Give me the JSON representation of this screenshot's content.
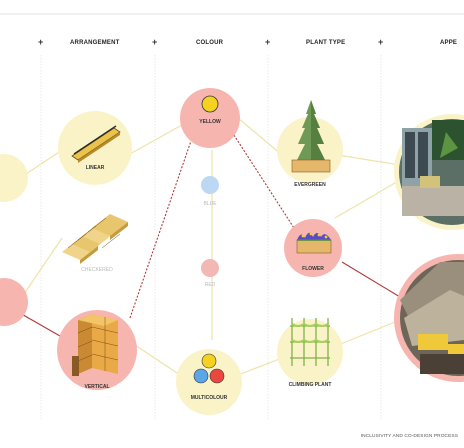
{
  "columns": [
    {
      "key": "arrangement",
      "label": "ARRANGEMENT"
    },
    {
      "key": "colour",
      "label": "COLOUR"
    },
    {
      "key": "plant_type",
      "label": "PLANT TYPE"
    },
    {
      "key": "appearance_partial",
      "label": "APPE"
    }
  ],
  "arrangement": {
    "linear": "LINEAR",
    "checkered": "CHECKERED",
    "vertical": "VERTICAL"
  },
  "colour": {
    "yellow": "YELLOW",
    "blue": "BLUE",
    "red": "RED",
    "multicolour": "MULTICOLOUR"
  },
  "plant_type": {
    "evergreen": "EVERGREEN",
    "flower": "FLOWER",
    "climbing": "CLIMBING PLANT"
  },
  "footer": "INCLUSIVITY AND CO-DESIGN PROCESS",
  "colors": {
    "pink": "#f7b5b0",
    "cream": "#fbf3c8",
    "path": "#b03a3a"
  }
}
